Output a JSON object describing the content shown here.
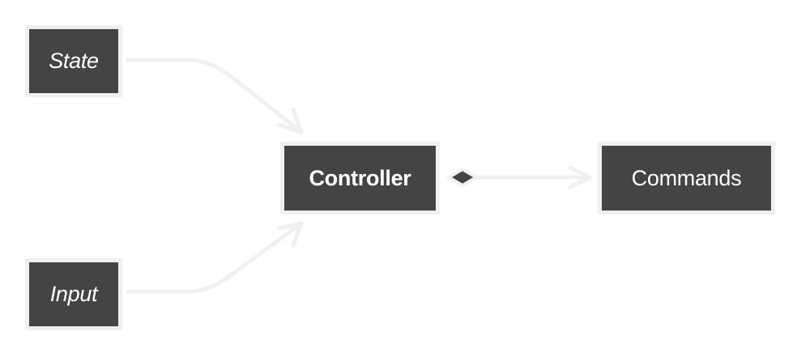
{
  "nodes": {
    "state": {
      "label": "State"
    },
    "input": {
      "label": "Input"
    },
    "controller": {
      "label": "Controller"
    },
    "commands": {
      "label": "Commands"
    }
  },
  "colors": {
    "node_fill": "#444444",
    "node_border": "#f0f0f0",
    "edge": "#f0f0f0",
    "text": "#ffffff",
    "diamond": "#444444"
  }
}
